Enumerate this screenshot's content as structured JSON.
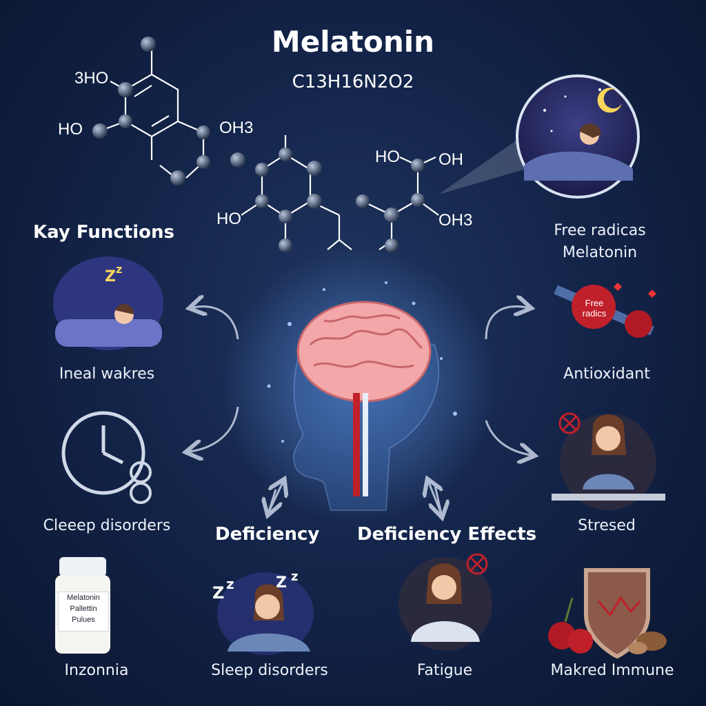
{
  "title": "Melatonin",
  "formula": "C13H16N2O2",
  "molecule_labels": [
    "3HO",
    "HO",
    "OH3",
    "HO",
    "HO",
    "OH",
    "OH3"
  ],
  "key_functions_heading": "Kay Functions",
  "right_top_caption": [
    "Free radicas",
    "Melatonin"
  ],
  "left_items": [
    {
      "caption": "Ineal wakres",
      "icon": "sleeping-person-icon"
    },
    {
      "caption": "Cleeep disorders",
      "icon": "clock-icon"
    },
    {
      "caption": "Inzonnia",
      "icon": "pill-bottle-icon"
    }
  ],
  "right_items": [
    {
      "caption": "Antioxidant",
      "icon": "free-radicals-icon",
      "badge": [
        "Free",
        "radics"
      ]
    },
    {
      "caption": "Stresed",
      "icon": "stressed-woman-icon"
    },
    {
      "caption": "Makred Immune",
      "icon": "immune-shield-icon"
    }
  ],
  "deficiency_heading": "Deficiency",
  "deficiency_effects_heading": "Deficiency Effects",
  "bottom_middle": [
    {
      "caption": "Sleep disorders",
      "icon": "drowsy-person-icon"
    },
    {
      "caption": "Fatigue",
      "icon": "fatigued-woman-icon"
    }
  ],
  "bottle_label": [
    "Melatonin",
    "Pallettin",
    "Pulues"
  ],
  "colors": {
    "background": "#14254a",
    "text": "#ffffff",
    "brain": "#f3a7a8",
    "accent_red": "#c0202a"
  }
}
